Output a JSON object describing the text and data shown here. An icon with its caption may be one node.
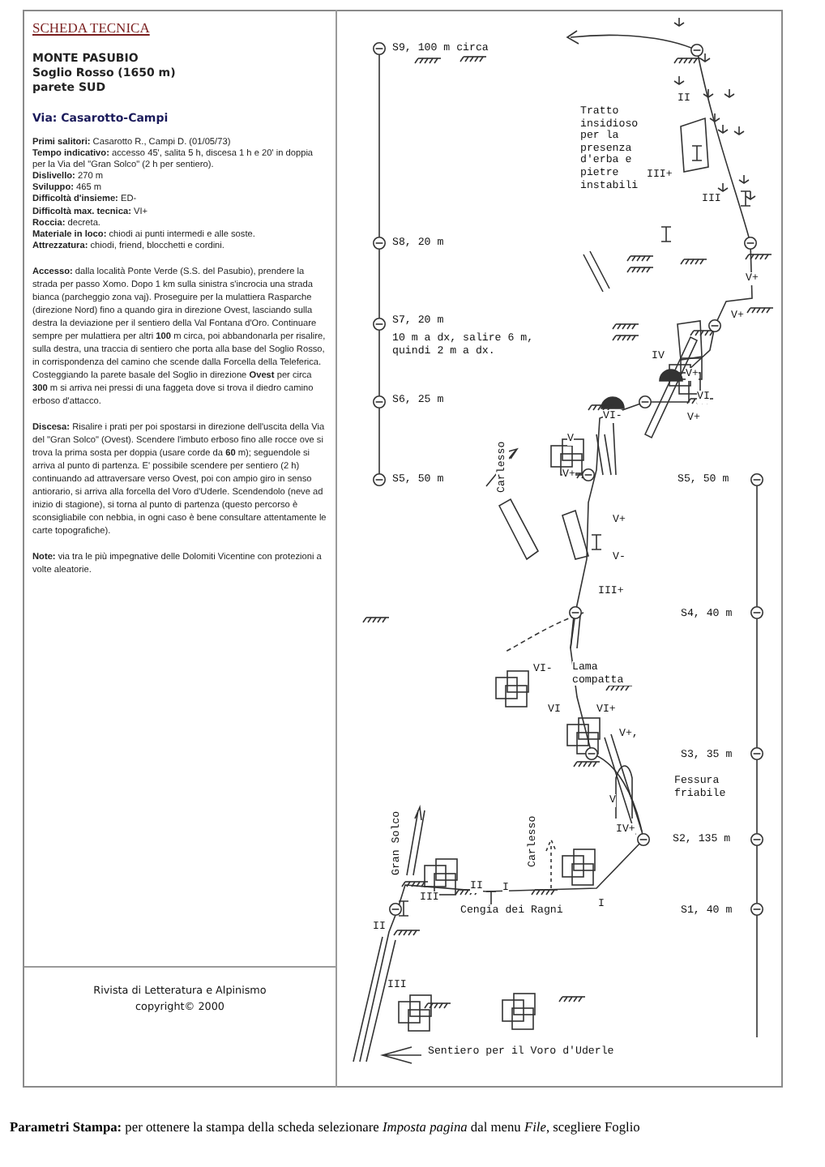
{
  "diagram": {
    "title": "SCHEDA TECNICA",
    "labels": [
      "MONTE PASUBIO Soglio Rosso (1650 m) parete SUD",
      "Via: Casarotto-Campi",
      "**Primi salitori:** Casarotto R., Campi D. (01/05/73)",
      "**Tempo indicativo:** accesso 45', salita 5 h, discesa 1 h e 20' in doppia per la Via del \"Gran Solco\" (2 h per sentiero).",
      "**Dislivello:** 270 m",
      "**Sviluppo:** 465 m",
      "**Difficoltà d'insieme:** ED-",
      "**Difficoltà max. tecnica:** VI+",
      "**Roccia:** decreta.",
      "**Materiale in loco:** chiodi ai punti intermedi e alle soste.",
      "**Attrezzatura:** chiodi, friend, blocchetti e cordini.",
      "**Accesso:** dalla località Ponte Verde (S.S. del Pasubio), prendere la strada per passo Xomo. Dopo 1 km sulla sinistra s'incrocia una strada bianca (parcheggio zona vaj). Proseguire per la mulattiera Rasparche (direzione Nord) fino a quando gira in direzione Ovest, lasciando sulla destra la deviazione per il sentiero della Val Fontana d'Oro. Continuare sempre per mulattiera per altri **100** m circa, poi abbandonarla per risalire, sulla destra, una traccia di sentiero che porta alla base del Soglio Rosso, in corrispondenza del camino che scende dalla Forcella della Teleferica. Costeggiando la parete basale del Soglio in direzione **Ovest** per circa **300** m si arriva nei pressi di una faggeta dove si trova il diedro camino erboso d'attacco.",
      "**Discesa:** Risalire i prati per poi spostarsi in direzione dell'uscita della Via del \"Gran Solco\" (Ovest). Scendere l'imbuto erboso fino alle rocce ove si trova la prima sosta per doppia (usare corde da **60** m); seguendole si arriva al punto di partenza. E' possibile scendere per sentiero (2 h) continuando ad attraversare verso Ovest, poi con ampio giro in senso antiorario, si arriva alla forcella del Voro d'Uderle. Scendendolo (neve ad inizio di stagione), si torna al punto di partenza (questo percorso è sconsigliabile con nebbia, in ogni caso è bene consultare attentamente le carte topografiche).",
      "**Note:** via tra le più impegnative delle Dolomiti Vicentine con protezioni a volte aleatorie.",
      "Rivista di Letteratura e Alpinismo",
      "copyright© 2000",
      "S9, 100 m circa",
      "II",
      "Tratto insidioso per la presenza d'erba e pietre instabili",
      "III+",
      "III",
      "S8, 20 m",
      "V+",
      "S7, 20 m",
      "V+",
      "10 m a dx, salire 6 m, quindi 2 m a dx.",
      "IV",
      "V+",
      "S6, 25 m",
      "VI",
      "VI-",
      "V+",
      "V",
      "Carlesso",
      "V+",
      "S5, 50 m",
      "S5, 50 m",
      "V+",
      "V-",
      "III+",
      "S4, 40 m",
      "VI-",
      "Lama compatta",
      "VI",
      "VI+",
      "V+,",
      "S3, 35 m",
      "Fessura friabile",
      "V",
      "IV+",
      "S2, 135 m",
      "Gran Solco",
      "Carlesso",
      "II",
      "I",
      "III",
      "I",
      "Cengia dei Ragni",
      "S1, 40 m",
      "II",
      "III",
      "Sentiero per il Voro d'Uderle",
      "**Parametri Stampa:** per ottenere la stampa della scheda selezionare *Imposta pagina* dal menu *File*, scegliere Foglio"
    ]
  }
}
